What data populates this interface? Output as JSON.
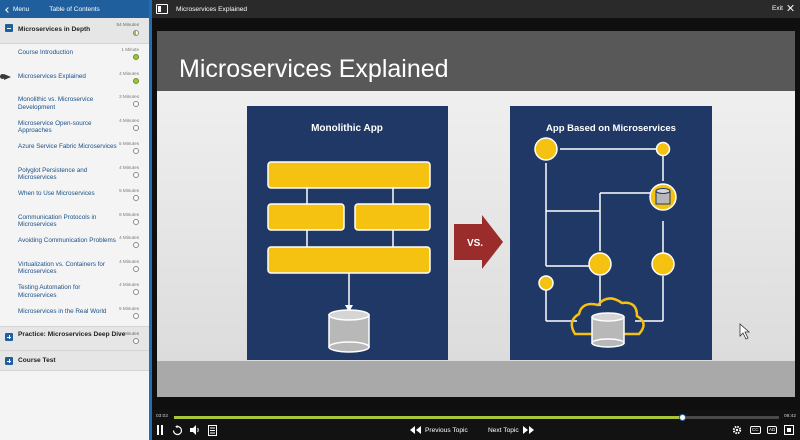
{
  "sidebar": {
    "menu_label": "Menu",
    "header_title": "Table of Contents",
    "sections": [
      {
        "title": "Microservices in Depth",
        "duration": "54 Minutes",
        "items": [
          {
            "label": "Course Introduction",
            "duration": "1 Minute",
            "status": "done"
          },
          {
            "label": "Microservices Explained",
            "duration": "4 Minutes",
            "status": "done"
          },
          {
            "label": "Monolithic vs. Microservice Development",
            "duration": "3 Minutes",
            "status": "todo"
          },
          {
            "label": "Microservice Open-source Approaches",
            "duration": "4 Minutes",
            "status": "todo"
          },
          {
            "label": "Azure Service Fabric Microservices",
            "duration": "5 Minutes",
            "status": "todo"
          },
          {
            "label": "Polyglot Persistence and Microservices",
            "duration": "4 Minutes",
            "status": "todo"
          },
          {
            "label": "When to Use Microservices",
            "duration": "5 Minutes",
            "status": "todo"
          },
          {
            "label": "Communication Protocols in Microservices",
            "duration": "6 Minutes",
            "status": "todo"
          },
          {
            "label": "Avoiding Communication Problems",
            "duration": "4 Minutes",
            "status": "todo"
          },
          {
            "label": "Virtualization vs. Containers for Microservices",
            "duration": "4 Minutes",
            "status": "todo"
          },
          {
            "label": "Testing Automation for Microservices",
            "duration": "4 Minutes",
            "status": "todo"
          },
          {
            "label": "Microservices in the Real World",
            "duration": "5 Minutes",
            "status": "todo"
          }
        ]
      },
      {
        "title": "Practice: Microservices Deep Dive",
        "duration": "3 Minutes"
      },
      {
        "title": "Course Test"
      }
    ]
  },
  "topbar": {
    "title": "Microservices Explained",
    "exit_label": "Exit"
  },
  "slide": {
    "title": "Microservices Explained",
    "left_panel_title": "Monolithic App",
    "right_panel_title": "App Based on Microservices",
    "vs_label": "VS."
  },
  "player": {
    "current_time": "03:02",
    "total_time": "08:42",
    "progress": 0.84,
    "prev_label": "Previous Topic",
    "next_label": "Next Topic",
    "cc_label": "CC",
    "ad_label": "AD"
  },
  "colors": {
    "accent": "#1f5f9e",
    "progress": "#a7c63c",
    "panel": "#1f3865",
    "node": "#f5c211",
    "arrow": "#9b2c2c"
  }
}
